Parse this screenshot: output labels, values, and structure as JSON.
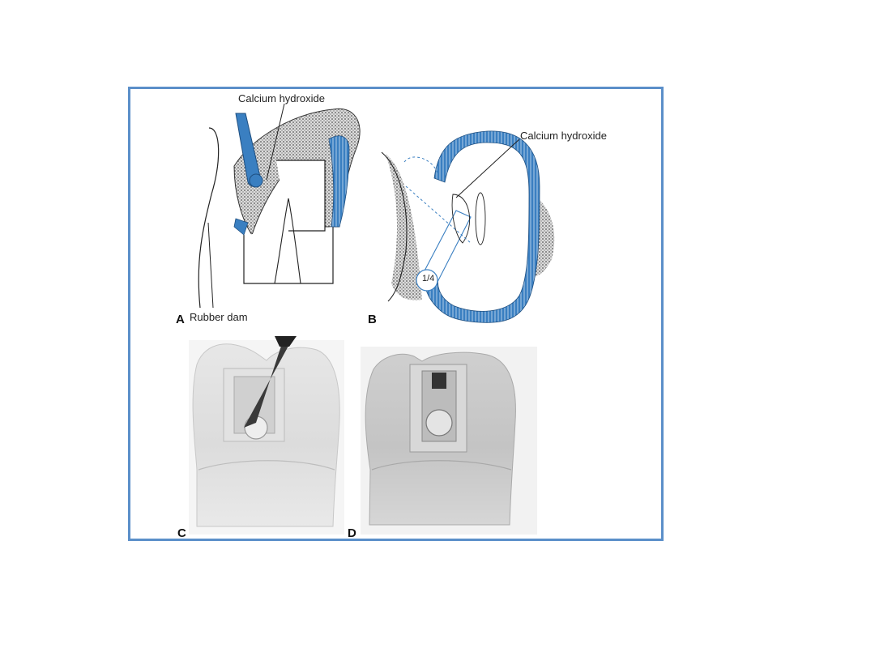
{
  "figure": {
    "panels": [
      {
        "letter": "A",
        "labels": [
          "Calcium hydroxide",
          "Rubber dam"
        ]
      },
      {
        "letter": "B",
        "labels": [
          "Calcium hydroxide",
          "1/4"
        ]
      },
      {
        "letter": "C"
      },
      {
        "letter": "D"
      }
    ]
  },
  "colors": {
    "frame": "#5b8fc9",
    "liner": "#3a7fc1",
    "stipple": "#9a9a9a"
  }
}
